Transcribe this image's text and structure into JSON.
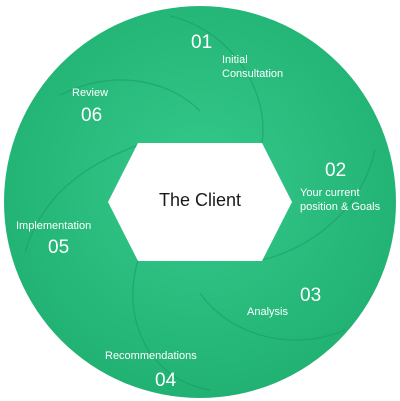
{
  "center_label": "The Client",
  "colors": {
    "ring": "#27bd80",
    "ring_dark": "#1fa46e",
    "ring_light": "#3fcf93",
    "center_fill": "#ffffff",
    "center_text": "#1a1a1a",
    "stage_text": "#ffffff"
  },
  "stages": [
    {
      "number": "01",
      "label_lines": [
        "Initial",
        "Consultation"
      ]
    },
    {
      "number": "02",
      "label_lines": [
        "Your current",
        "position & Goals"
      ]
    },
    {
      "number": "03",
      "label_lines": [
        "Analysis"
      ]
    },
    {
      "number": "04",
      "label_lines": [
        "Recommendations"
      ]
    },
    {
      "number": "05",
      "label_lines": [
        "Implementation"
      ]
    },
    {
      "number": "06",
      "label_lines": [
        "Review"
      ]
    }
  ]
}
